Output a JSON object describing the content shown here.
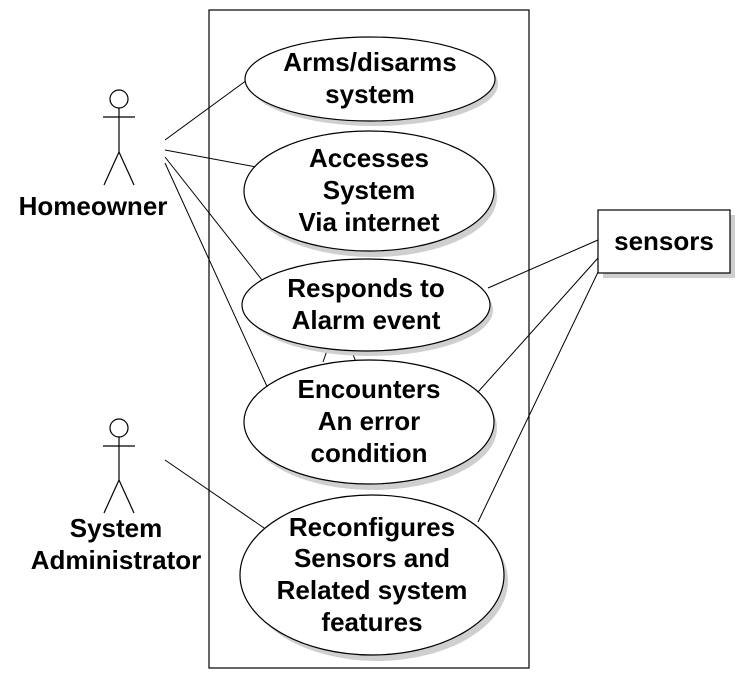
{
  "actors": [
    {
      "id": "homeowner",
      "name": "Homeowner"
    },
    {
      "id": "sysadmin",
      "name": "System\nAdministrator"
    }
  ],
  "use_cases": [
    {
      "id": "arms",
      "text": "Arms/disarms\nsystem"
    },
    {
      "id": "accesses",
      "text": "Accesses\nSystem\nVia internet"
    },
    {
      "id": "responds",
      "text": "Responds to\nAlarm event"
    },
    {
      "id": "encounters",
      "text": "Encounters\nAn error\ncondition"
    },
    {
      "id": "reconfigures",
      "text": "Reconfigures\nSensors and\nRelated system\nfeatures"
    }
  ],
  "external": {
    "sensors": "sensors"
  },
  "colors": {
    "stroke": "#000000",
    "fill": "#ffffff",
    "shadow": "#cfcfcf"
  }
}
